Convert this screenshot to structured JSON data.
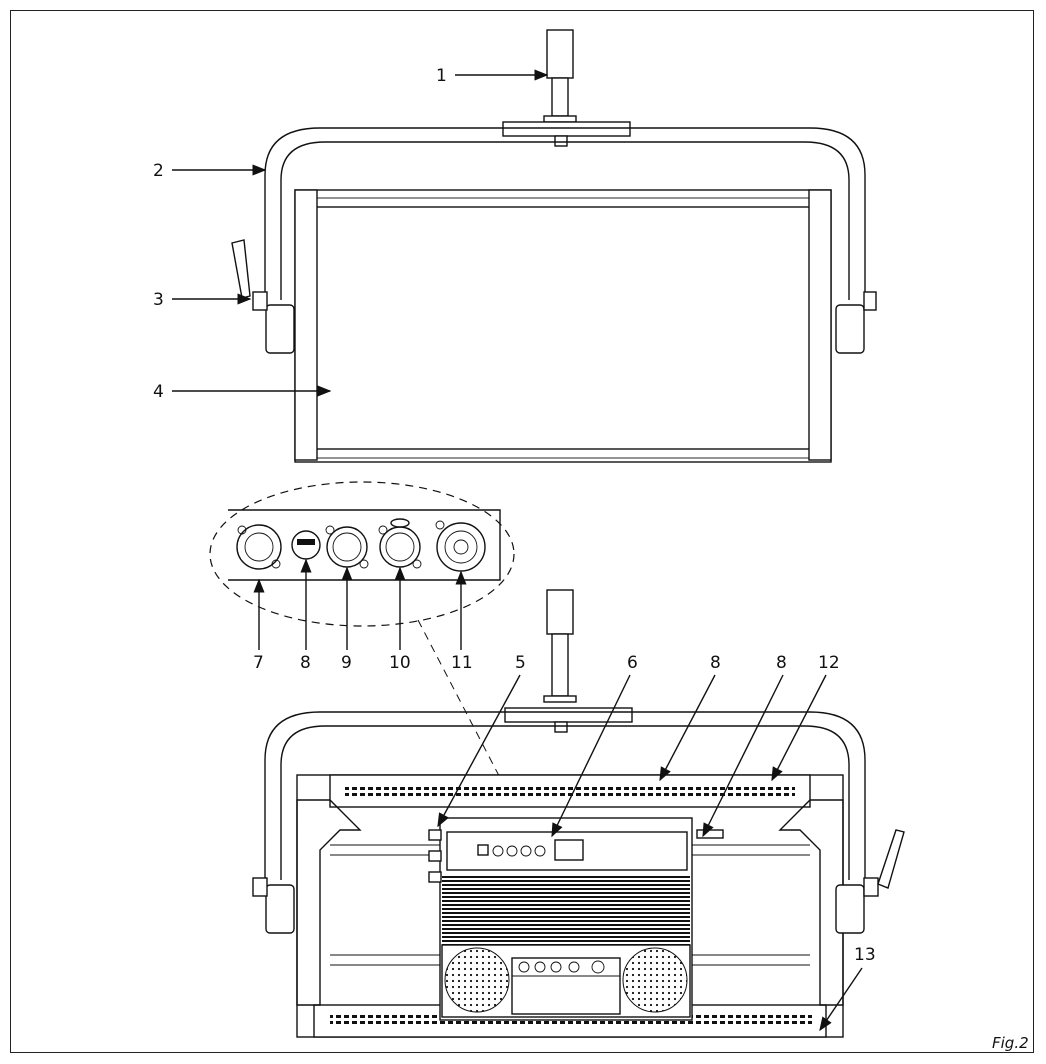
{
  "figure": {
    "label": "Fig.2",
    "callouts": {
      "c1": "1",
      "c2": "2",
      "c3": "3",
      "c4": "4",
      "c5": "5",
      "c6": "6",
      "c7": "7",
      "c8a": "8",
      "c9": "9",
      "c10": "10",
      "c11": "11",
      "c8b": "8",
      "c8c": "8",
      "c12": "12",
      "c13": "13"
    }
  },
  "colors": {
    "ink": "#111111",
    "paper": "#ffffff"
  }
}
